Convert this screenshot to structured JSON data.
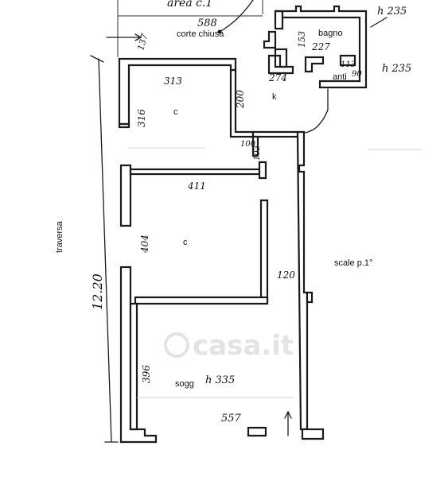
{
  "plan": {
    "top_label": "area c.1",
    "courtyard_label": "corte chiusa",
    "courtyard_len": "588",
    "dim_137": "137",
    "bath_label": "bagno",
    "bath_h1": "h 235",
    "bath_h2": "h 235",
    "dim_153": "153",
    "dim_227": "227",
    "dim_113": "113",
    "dim_90": "90",
    "anti_label": "anti",
    "dim_274": "274",
    "kitchen_label": "k",
    "dim_200": "200",
    "room1_label": "c",
    "dim_313": "313",
    "dim_316": "316",
    "dim_100": "100",
    "dim_103": "103",
    "dim_411": "411",
    "room2_label": "c",
    "dim_404": "404",
    "traversa_label": "traversa",
    "length_total": "12.20",
    "stairs_label": "scale p.1°",
    "dim_120": "120",
    "dim_396": "396",
    "living_label": "sogg",
    "living_h": "h 335",
    "dim_557": "557",
    "watermark": "casa.it"
  }
}
